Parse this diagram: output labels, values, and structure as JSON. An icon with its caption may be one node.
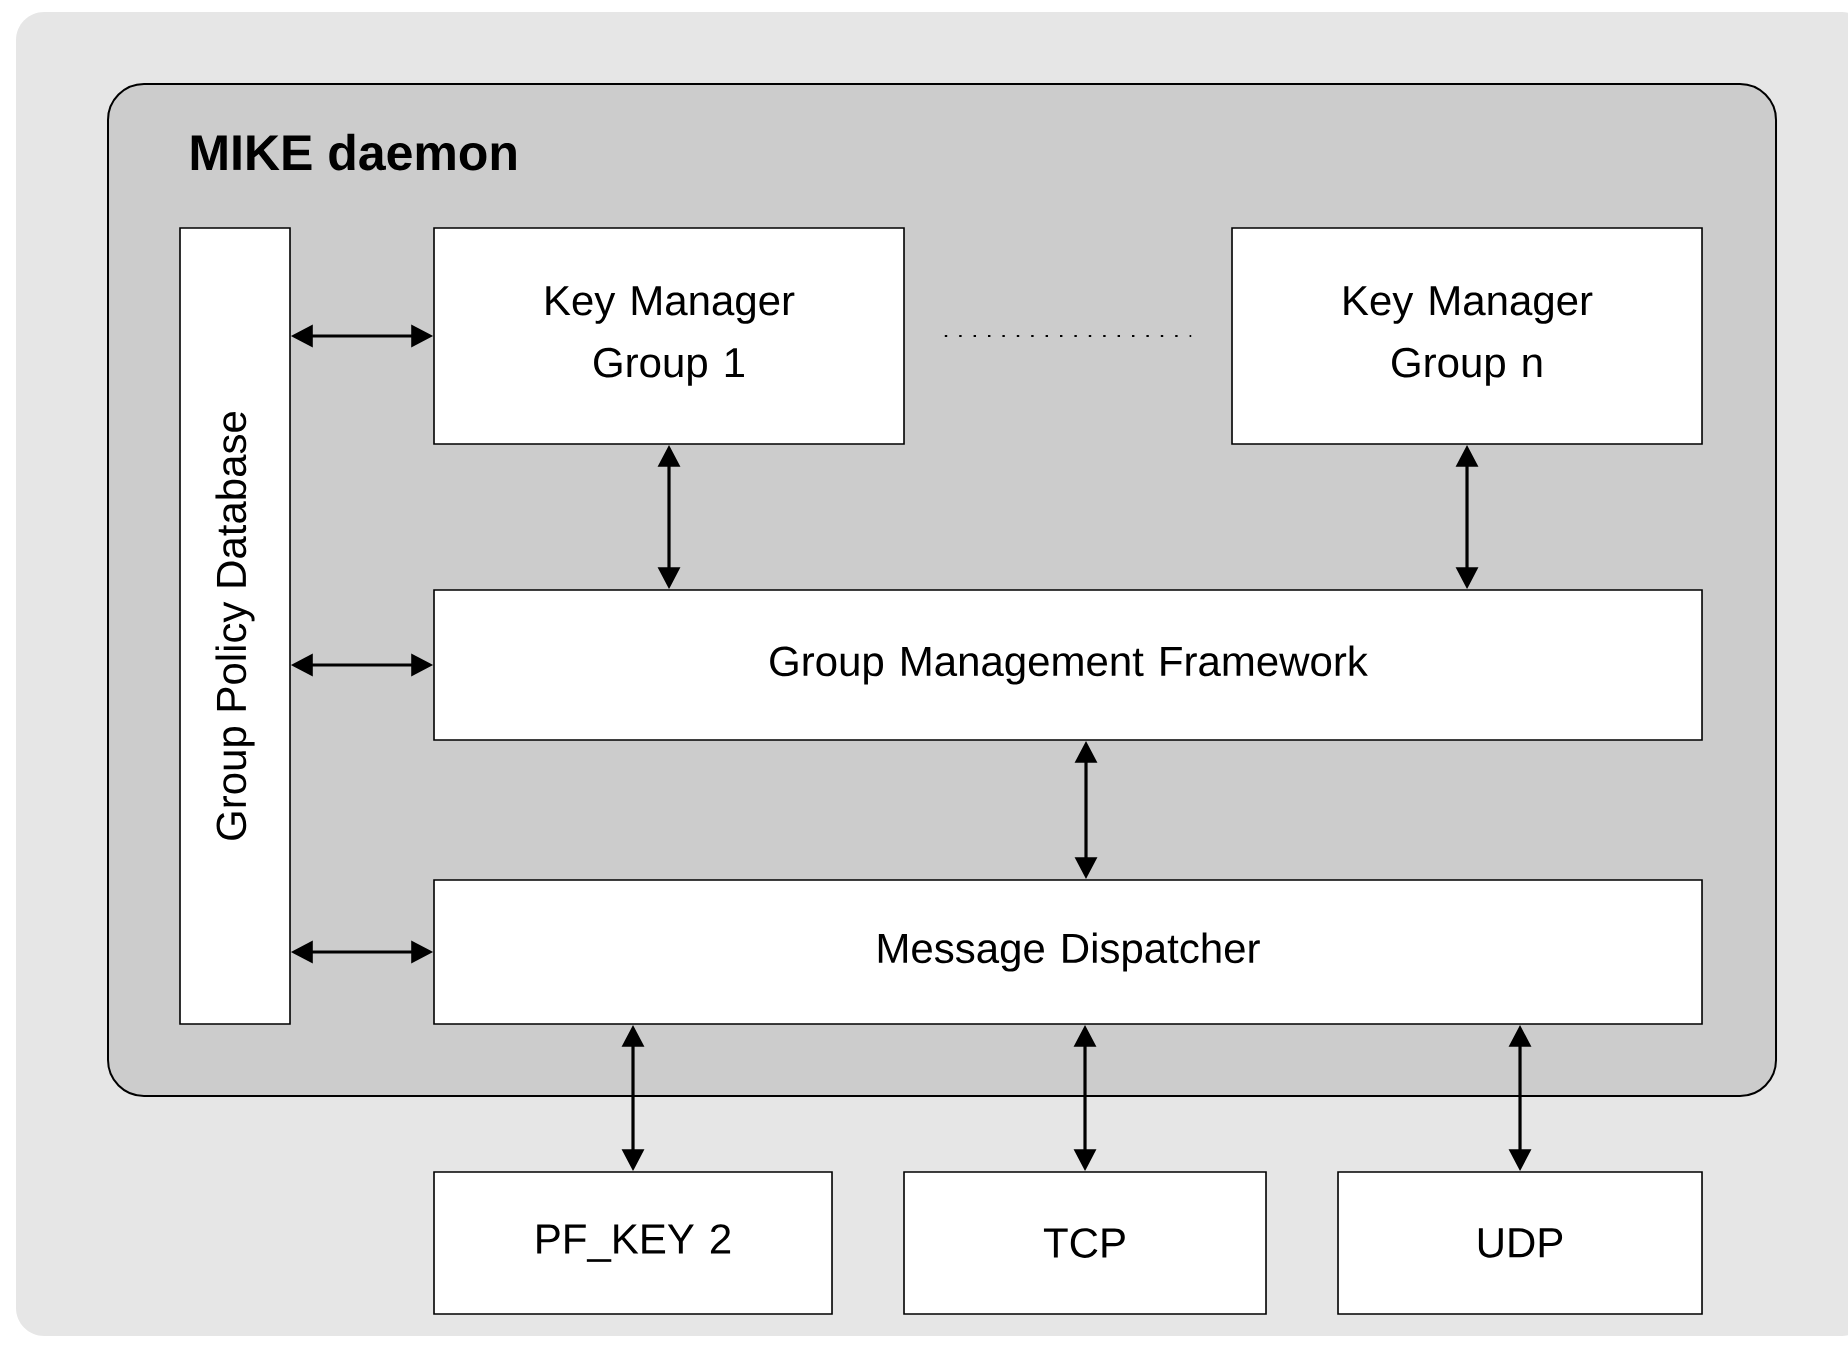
{
  "diagram": {
    "nodes": [
      {
        "text": [
          "MIKE daemon"
        ]
      },
      {
        "text": [
          "Group Policy Database"
        ],
        "in": 0
      },
      {
        "text": [
          "Key Manager Group 1"
        ],
        "in": 0
      },
      {
        "text": [
          "Key Manager Group n"
        ],
        "in": 0
      },
      {
        "text": [
          "Group Management Framework"
        ],
        "in": 0
      },
      {
        "text": [
          "Message Dispatcher"
        ],
        "in": 0
      },
      {
        "text": [
          "PF_KEY 2"
        ]
      },
      {
        "text": [
          "TCP"
        ]
      },
      {
        "text": [
          "UDP"
        ]
      }
    ],
    "edges": [
      {
        "from": 1,
        "to": 2,
        "arrow": "both"
      },
      {
        "from": 1,
        "to": 4,
        "arrow": "both"
      },
      {
        "from": 1,
        "to": 5,
        "arrow": "both"
      },
      {
        "from": 2,
        "to": 3,
        "arrow": "none",
        "style": "dashed"
      },
      {
        "from": 2,
        "to": 4,
        "arrow": "both"
      },
      {
        "from": 3,
        "to": 4,
        "arrow": "both"
      },
      {
        "from": 4,
        "to": 5,
        "arrow": "both"
      },
      {
        "from": 5,
        "to": 6,
        "arrow": "both"
      },
      {
        "from": 5,
        "to": 7,
        "arrow": "both"
      },
      {
        "from": 5,
        "to": 8,
        "arrow": "both"
      }
    ]
  }
}
